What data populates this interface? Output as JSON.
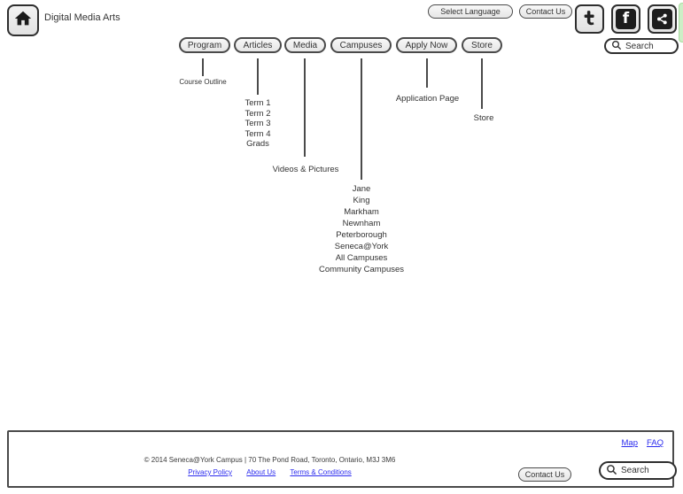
{
  "header": {
    "site_title": "Digital Media Arts",
    "select_language_label": "Select Language",
    "contact_us_label": "Contact Us",
    "search_label": "Search",
    "social_icons": [
      "twitter",
      "facebook",
      "share"
    ]
  },
  "nav": {
    "items": [
      {
        "label": "Program",
        "children": [
          "Course Outline"
        ]
      },
      {
        "label": "Articles",
        "children": [
          "Term 1",
          "Term 2",
          "Term 3",
          "Term 4",
          "Grads"
        ]
      },
      {
        "label": "Media",
        "children": [
          "Videos & Pictures"
        ]
      },
      {
        "label": "Campuses",
        "children": [
          "Jane",
          "King",
          "Markham",
          "Newnham",
          "Peterborough",
          "Seneca@York",
          "All Campuses",
          "Community Campuses"
        ]
      },
      {
        "label": "Apply Now",
        "children": [
          "Application Page"
        ]
      },
      {
        "label": "Store",
        "children": [
          "Store"
        ]
      }
    ]
  },
  "footer": {
    "map_label": "Map",
    "faq_label": "FAQ",
    "copyright": "© 2014 Seneca@York Campus | 70 The Pond Road,  Toronto, Ontario, M3J 3M6",
    "privacy_label": "Privacy Policy",
    "about_label": "About Us",
    "terms_label": "Terms & Conditions",
    "contact_us_label": "Contact Us",
    "search_label": "Search"
  },
  "colors": {
    "stroke": "#4a4a4a",
    "button_fill": "#ededed",
    "link_blue": "#2b2bee",
    "accent_green": "#cdeec6"
  }
}
